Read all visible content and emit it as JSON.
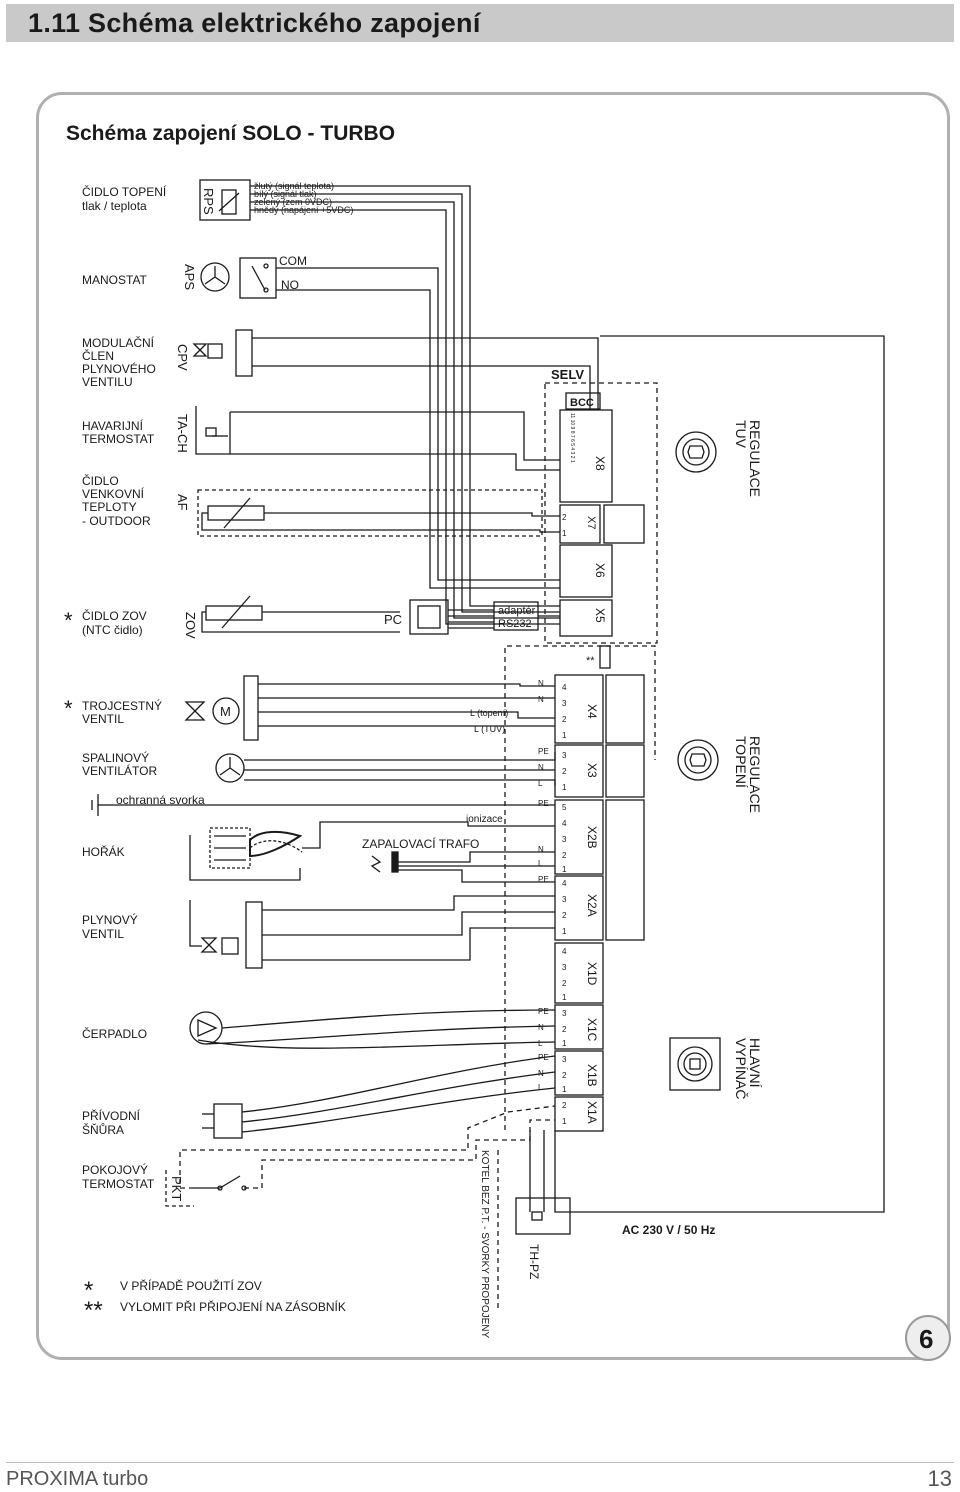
{
  "header": {
    "title": "1.11  Schéma elektrického zapojení"
  },
  "diagram": {
    "title": "Schéma zapojení SOLO - TURBO",
    "components": {
      "rps": {
        "label1": "ČIDLO TOPENÍ",
        "label2": "tlak / teplota",
        "code": "RPS",
        "wires": [
          "žlutý (signál teplota)",
          "bílý (signál tlak)",
          "zelený (zem 0VDC)",
          "hnědý (napájení +5VDC)"
        ]
      },
      "aps": {
        "label": "MANOSTAT",
        "code": "APS",
        "com": "COM",
        "no": "NO"
      },
      "cpv": {
        "label": [
          "MODULAČNÍ",
          "ČLEN",
          "PLYNOVÉHO",
          "VENTILU"
        ],
        "code": "CPV"
      },
      "tach": {
        "label": [
          "HAVARIJNÍ",
          "TERMOSTAT"
        ],
        "code": "TA-CH"
      },
      "af": {
        "label": [
          "ČIDLO",
          "VENKOVNÍ",
          "TEPLOTY",
          "- OUTDOOR"
        ],
        "code": "AF"
      },
      "zov": {
        "star": "*",
        "label1": "ČIDLO ZOV",
        "label2": "(NTC čidlo)",
        "code": "ZOV"
      },
      "pc": {
        "label": "PC",
        "adapter1": "adaptér",
        "adapter2": "RS232"
      },
      "valve3": {
        "star": "*",
        "label": [
          "TROJCESTNÝ",
          "VENTIL"
        ],
        "motor": "M",
        "l_topeni": "L (topení)",
        "l_tuv": "L (TUV)"
      },
      "fan": {
        "label": [
          "SPALINOVÝ",
          "VENTILÁTOR"
        ]
      },
      "ground": {
        "label": "ochranná svorka"
      },
      "burner": {
        "label": "HOŘÁK",
        "ionizace": "ionizace",
        "trafo": "ZAPALOVACÍ TRAFO"
      },
      "gasvalve": {
        "label": [
          "PLYNOVÝ",
          "VENTIL"
        ]
      },
      "pump": {
        "label": "ČERPADLO"
      },
      "cord": {
        "label": [
          "PŘÍVODNÍ",
          "ŠŇŮRA"
        ]
      },
      "pkt": {
        "label": [
          "POKOJOVÝ",
          "TERMOSTAT"
        ],
        "code": "PKT"
      },
      "thpz": {
        "code": "TH-PZ"
      },
      "kotel": {
        "label": "KOTEL BEZ P.T. - SVORKY PROPOJENY"
      }
    },
    "board": {
      "selv": "SELV",
      "bcc": "BCC",
      "regulace_tuv": [
        "REGULACE",
        "TUV"
      ],
      "regulace_topeni": [
        "REGULACE",
        "TOPENÍ"
      ],
      "hlavni": [
        "HLAVNÍ",
        "VYPÍNAČ"
      ],
      "ac": "AC 230 V / 50 Hz",
      "double_star": "**",
      "connectors": {
        "X8": "X8",
        "X7": "X7",
        "X6": "X6",
        "X5": "X5",
        "X4": "X4",
        "X3": "X3",
        "X2B": "X2B",
        "X2A": "X2A",
        "X1D": "X1D",
        "X1C": "X1C",
        "X1B": "X1B",
        "X1A": "X1A"
      }
    },
    "notes": [
      {
        "mark": "*",
        "text": "V PŘÍPADĚ  POUŽITÍ ZOV"
      },
      {
        "mark": "**",
        "text": "VYLOMIT PŘI PŘIPOJENÍ NA ZÁSOBNÍK"
      }
    ],
    "page_badge": "6"
  },
  "footer": {
    "product": "PROXIMA turbo",
    "page": "13"
  }
}
